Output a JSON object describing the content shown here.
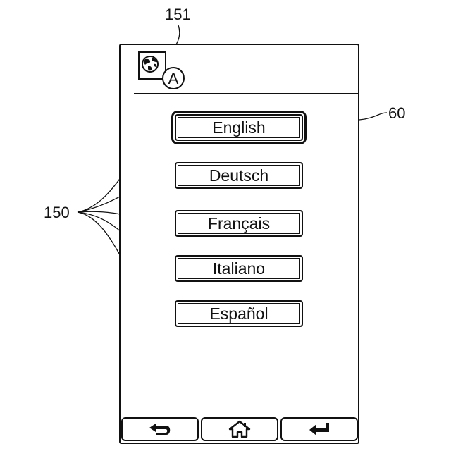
{
  "reference_labels": {
    "icon_ref": "151",
    "device_ref": "60",
    "buttons_ref": "150"
  },
  "language_icon": {
    "letter": "A",
    "icon": "globe-icon"
  },
  "languages": [
    {
      "label": "English",
      "selected": true
    },
    {
      "label": "Deutsch",
      "selected": false
    },
    {
      "label": "Français",
      "selected": false
    },
    {
      "label": "Italiano",
      "selected": false
    },
    {
      "label": "Español",
      "selected": false
    }
  ],
  "nav_bar": {
    "back_icon": "back-arrow-icon",
    "home_icon": "home-icon",
    "enter_icon": "enter-icon"
  },
  "colors": {
    "line": "#111111",
    "background": "#ffffff"
  }
}
